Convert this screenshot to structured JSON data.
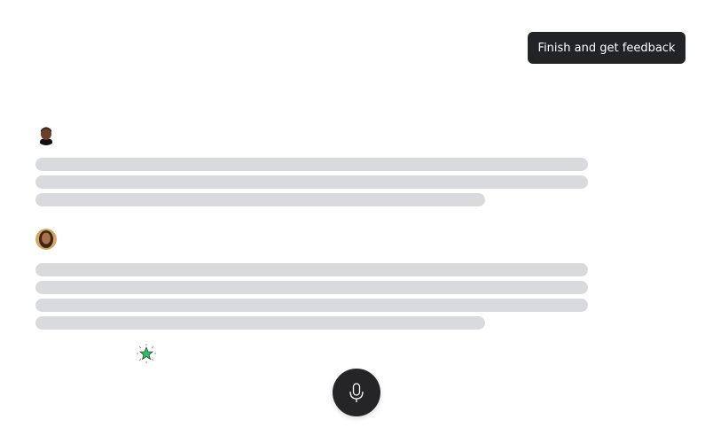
{
  "header": {
    "finish_label": "Finish and get feedback"
  },
  "messages": [
    {
      "speaker": "interviewer-avatar",
      "lines": 3
    },
    {
      "speaker": "user-avatar",
      "lines": 4
    }
  ],
  "colors": {
    "button": "#222326",
    "placeholder": "#d8dade",
    "star": "#22c55e"
  }
}
